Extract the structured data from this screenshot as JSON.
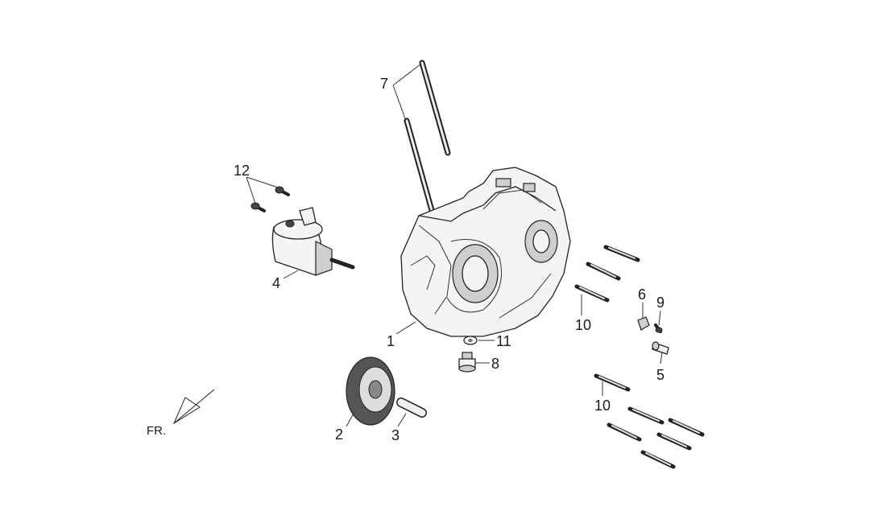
{
  "callouts": {
    "c1": "1",
    "c2": "2",
    "c3": "3",
    "c4": "4",
    "c5": "5",
    "c6": "6",
    "c7": "7",
    "c8": "8",
    "c9": "9",
    "c10a": "10",
    "c10b": "10",
    "c11": "11",
    "c12": "12"
  },
  "direction": {
    "label": "FR."
  }
}
